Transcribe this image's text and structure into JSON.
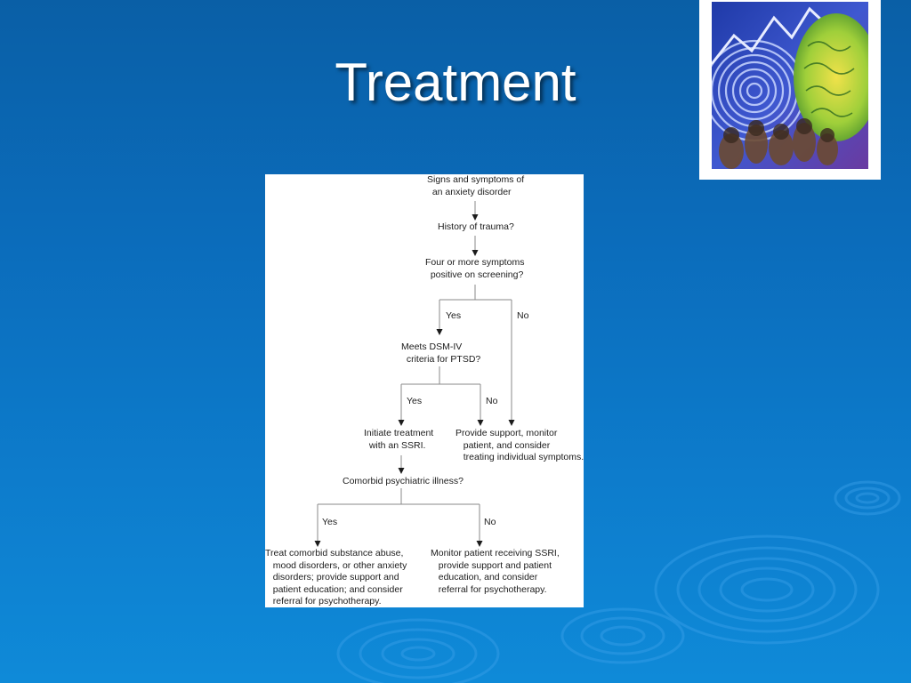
{
  "slide": {
    "title": "Treatment",
    "background_color": "#0b6cbb"
  },
  "flowchart": {
    "nodes": {
      "signs": "Signs and symptoms of\n  an anxiety disorder",
      "trauma": "History of trauma?",
      "screening": "Four or more symptoms\n  positive on screening?",
      "dsm": "Meets DSM-IV\n  criteria for PTSD?",
      "ssri": "Initiate treatment\n  with an SSRI.",
      "support": "Provide support, monitor\n   patient, and consider\n   treating individual symptoms.",
      "comorbid": "Comorbid psychiatric illness?",
      "treat_comorbid": "Treat comorbid substance abuse,\n   mood disorders, or other anxiety\n   disorders; provide support and\n   patient education; and consider\n   referral for psychotherapy.",
      "monitor": "Monitor patient receiving SSRI,\n   provide support and patient\n   education, and consider\n   referral for psychotherapy."
    },
    "labels": {
      "screening_yes": "Yes",
      "screening_no": "No",
      "dsm_yes": "Yes",
      "dsm_no": "No",
      "comorbid_yes": "Yes",
      "comorbid_no": "No"
    }
  }
}
